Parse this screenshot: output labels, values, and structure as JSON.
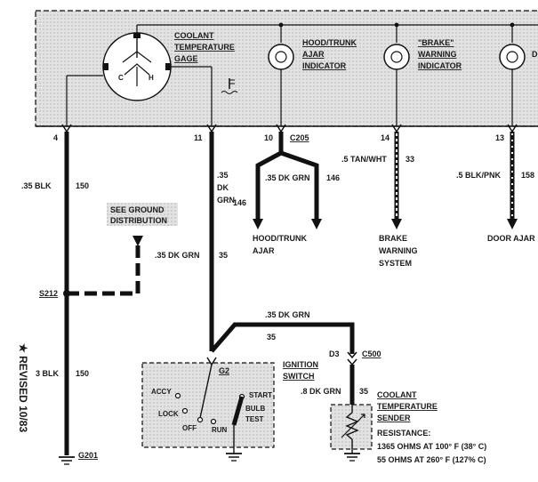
{
  "cluster": {
    "coolant_gage": [
      "COOLANT",
      "TEMPERATURE",
      "GAGE"
    ],
    "gage_c": "C",
    "gage_h": "H",
    "hood_indicator": [
      "HOOD/TRUNK",
      "AJAR",
      "INDICATOR"
    ],
    "brake_indicator": [
      "\"BRAKE\"",
      "WARNING",
      "INDICATOR"
    ],
    "door_indicator_partial": "D"
  },
  "pins": {
    "p4": "4",
    "p11": "11",
    "p10": "10",
    "c205": "C205",
    "p14": "14",
    "p13": "13"
  },
  "wires": {
    "blk35": ".35 BLK",
    "c150a": "150",
    "dk_grn_a": [
      ".35",
      "DK",
      "GRN"
    ],
    "dk_grn_146": ".35 DK GRN",
    "c146a": "146",
    "c146b": "146",
    "tan_wht": ".5 TAN/WHT",
    "c33": "33",
    "blk_pnk": ".5 BLK/PNK",
    "c158": "158",
    "dk_grn_35": ".35 DK GRN",
    "c35a": "35",
    "dk_grn_35b": ".35 DK GRN",
    "c35b": "35",
    "blk3": "3 BLK",
    "c150b": "150",
    "dk_grn_8": ".8 DK GRN",
    "c35c": "35"
  },
  "labels": {
    "see_ground": [
      "SEE GROUND",
      "DISTRIBUTION"
    ],
    "hood_ajar": [
      "HOOD/TRUNK",
      "AJAR"
    ],
    "brake_system": [
      "BRAKE",
      "WARNING",
      "SYSTEM"
    ],
    "door_ajar": "DOOR AJAR",
    "s212": "S212",
    "g201": "G201",
    "g2": "G2",
    "d3": "D3",
    "c500": "C500"
  },
  "ignition": {
    "title": [
      "IGNITION",
      "SWITCH"
    ],
    "accy": "ACCY",
    "lock": "LOCK",
    "off": "OFF",
    "run": "RUN",
    "start": "START",
    "bulb_test": [
      "BULB",
      "TEST"
    ]
  },
  "sender": {
    "title": [
      "COOLANT",
      "TEMPERATURE",
      "SENDER"
    ],
    "resistance": "RESISTANCE:",
    "line1": "1365 OHMS AT 100° F (38° C)",
    "line2": "55 OHMS AT 260° F (127% C)"
  },
  "revision": "★ REVISED 10/83"
}
